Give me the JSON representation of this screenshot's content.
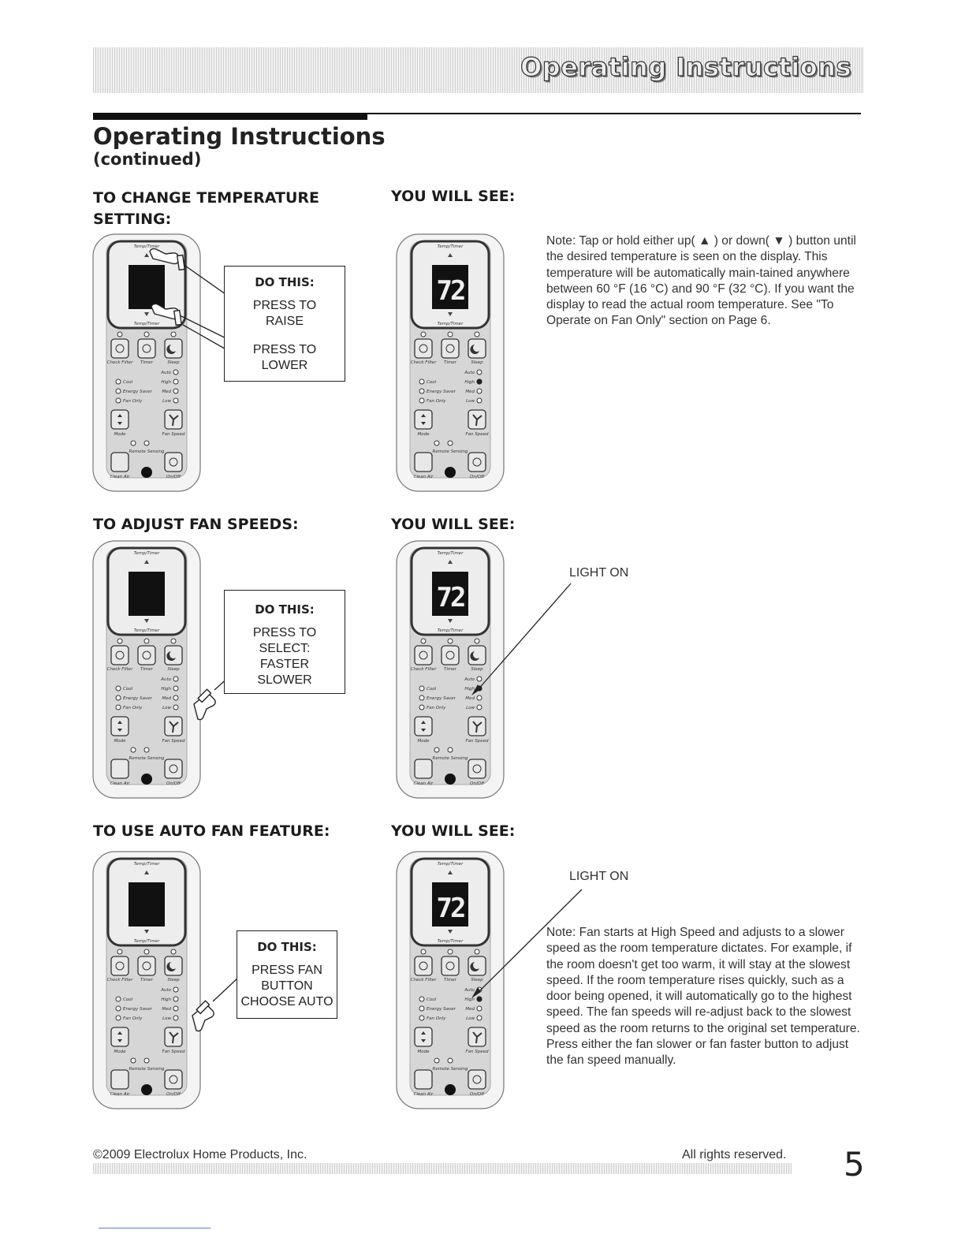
{
  "header": {
    "banner_title": "Operating Instructions"
  },
  "page": {
    "title": "Operating Instructions",
    "subtitle": "(continued)"
  },
  "sections": [
    {
      "heading": "TO CHANGE TEMPERATURE SETTING:",
      "see_heading": "YOU WILL SEE:",
      "box": {
        "title": "DO THIS:",
        "lines": [
          "PRESS TO",
          "RAISE",
          "PRESS TO",
          "LOWER"
        ]
      },
      "note": "Note: Tap or hold either up( ▲ ) or down( ▼ ) button until the desired temperature is seen on the display. This temperature will be automatically main-tained anywhere between 60 °F (16 °C) and 90 °F (32 °C). If you want the display to read the actual room temperature. See \"To Operate on Fan Only\" section on Page 6."
    },
    {
      "heading": "TO ADJUST FAN SPEEDS:",
      "see_heading": "YOU WILL SEE:",
      "box": {
        "title": "DO THIS:",
        "lines": [
          "PRESS TO",
          "SELECT:",
          "FASTER",
          "SLOWER"
        ]
      },
      "light_label": "LIGHT ON"
    },
    {
      "heading": "TO USE AUTO FAN FEATURE:",
      "see_heading": "YOU WILL SEE:",
      "box": {
        "title": "DO THIS:",
        "lines": [
          "PRESS FAN",
          "BUTTON",
          "CHOOSE AUTO"
        ]
      },
      "light_label": "LIGHT ON",
      "note": "Note: Fan starts at High Speed and adjusts to a slower speed as the room temperature dictates. For example, if the room doesn't get too warm, it will stay at the slowest speed. If the room temperature rises quickly, such as a door being opened, it will automatically go to the highest speed. The fan speeds will re-adjust back to the slowest speed as the room returns to the original set temperature. Press either the fan slower or fan faster button to adjust the fan speed manually."
    }
  ],
  "remote": {
    "display_value": "72",
    "labels": {
      "temp_timer": "Temp/Timer",
      "check_filter": "Check Filter",
      "timer": "Timer",
      "sleep": "Sleep",
      "auto": "Auto",
      "cool": "Cool",
      "high": "High",
      "energy_saver": "Energy Saver",
      "med": "Med",
      "fan_only": "Fan Only",
      "low": "Low",
      "mode": "Mode",
      "fan_speed": "Fan Speed",
      "remote_sensing": "Remote Sensing",
      "clean_air": "Clean Air",
      "on_off": "On/Off"
    }
  },
  "footer": {
    "copyright": "©2009 Electrolux Home Products, Inc.",
    "rights": "All rights reserved.",
    "page_number": "5"
  }
}
